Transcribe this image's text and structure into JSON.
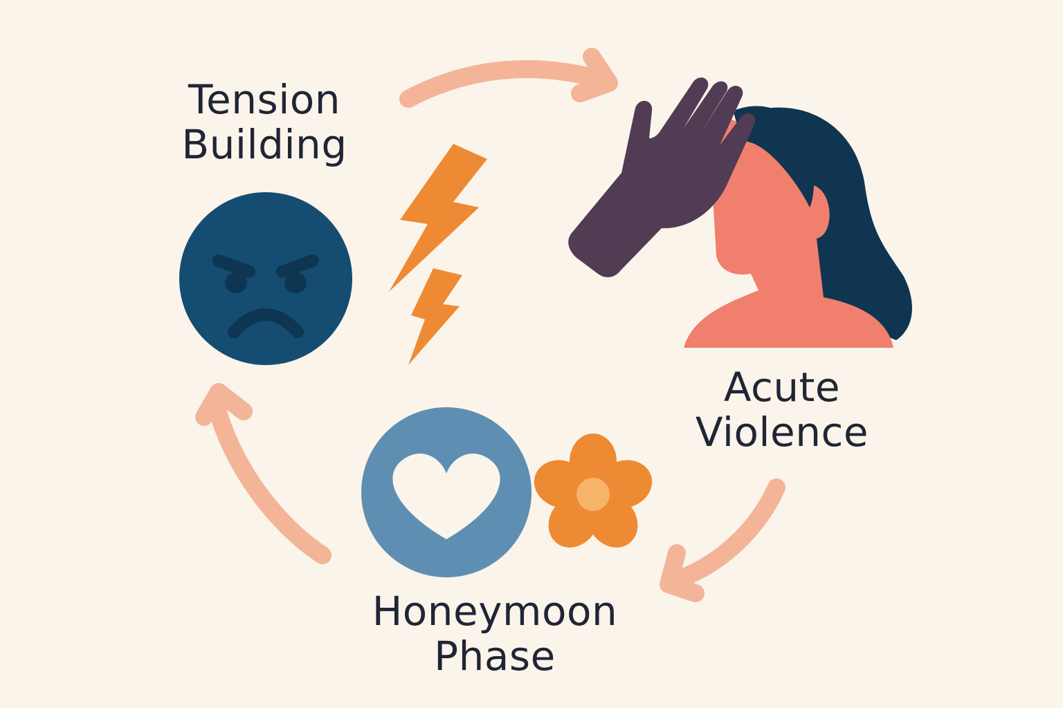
{
  "stages": [
    {
      "id": "tension",
      "line1": "Tension",
      "line2": "Building"
    },
    {
      "id": "acute",
      "line1": "Acute",
      "line2": "Violence"
    },
    {
      "id": "honeymoon",
      "line1": "Honeymoon",
      "line2": "Phase"
    }
  ],
  "colors": {
    "background": "#fbf4ea",
    "arrow": "#f3b497",
    "angry_face": "#154c72",
    "angry_features": "#0e3552",
    "lightning": "#ee8a33",
    "hand": "#513c54",
    "hair": "#0f3550",
    "skin": "#f17f6d",
    "heart_circle": "#5e8fb2",
    "heart": "#fbf4ea",
    "flower_petals": "#ee8a33",
    "flower_center": "#f6b46a",
    "text": "#1f2535"
  },
  "icons": [
    "angry-face-icon",
    "lightning-icon",
    "hand-icon",
    "woman-icon",
    "heart-icon",
    "flower-icon"
  ]
}
